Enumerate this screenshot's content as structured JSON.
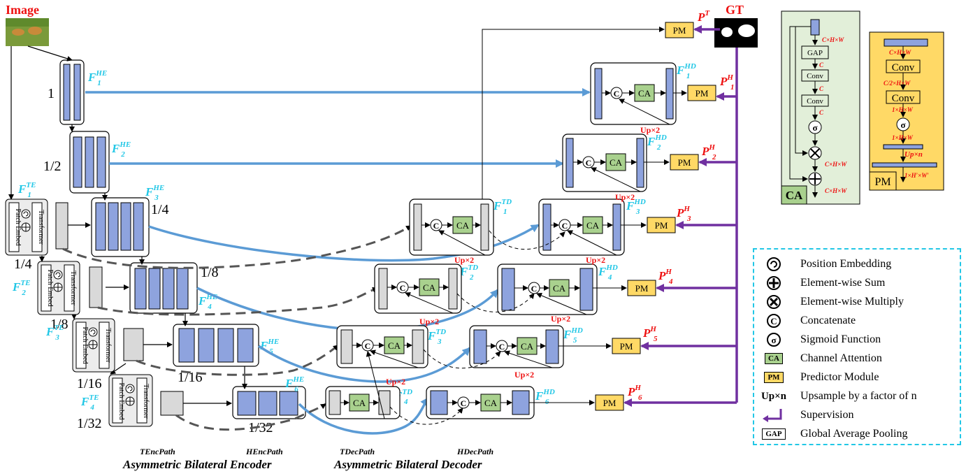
{
  "header": {
    "image_label": "Image",
    "gt_label": "GT"
  },
  "scales": {
    "s1": "1",
    "s2": "1/2",
    "s4a": "1/4",
    "s4b": "1/4",
    "s8a": "1/8",
    "s8b": "1/8",
    "s16a": "1/16",
    "s16b": "1/16",
    "s32": "1/32"
  },
  "modules": {
    "ca": "CA",
    "pm": "PM",
    "concat": "C",
    "transformer": "Transformer",
    "patch_embed": "Patch Embed",
    "up2": "Up×2"
  },
  "ca_panel": {
    "title": "CA",
    "dims_in": "C×H×W",
    "gap": "GAP",
    "c1": "C",
    "conv1": "Conv",
    "c2": "C",
    "conv2": "Conv",
    "c3": "C",
    "sigma": "σ",
    "dims_mul": "C×H×W",
    "dims_out": "C×H×W"
  },
  "pm_panel": {
    "title": "PM",
    "d1": "C×H×W",
    "conv1": "Conv",
    "d2": "C/2×H×W",
    "conv2": "Conv",
    "d3": "1×H×W",
    "sigma": "σ",
    "d4": "1×H×W",
    "up": "Up×n",
    "d5": "1×H′×W′"
  },
  "footer": {
    "tenc": "TEncPath",
    "henc": "HEncPath",
    "tdec": "TDecPath",
    "hdec": "HDecPath",
    "enc_title": "Asymmetric Bilateral Encoder",
    "dec_title": "Asymmetric Bilateral Decoder"
  },
  "legend": {
    "items": [
      {
        "icon": "position-embedding-icon",
        "label": "Position Embedding"
      },
      {
        "icon": "element-wise-sum-icon",
        "label": "Element-wise Sum"
      },
      {
        "icon": "element-wise-multiply-icon",
        "label": "Element-wise Multiply"
      },
      {
        "icon": "concatenate-icon",
        "label": "Concatenate"
      },
      {
        "icon": "sigmoid-icon",
        "label": "Sigmoid Function"
      },
      {
        "icon": "ca-icon",
        "label": "Channel Attention",
        "sym": "CA"
      },
      {
        "icon": "pm-icon",
        "label": "Predictor Module",
        "sym": "PM"
      },
      {
        "icon": "upsample-icon",
        "label": "Upsample by a factor of n",
        "sym": "Up×n"
      },
      {
        "icon": "supervision-arrow-icon",
        "label": "Supervision"
      },
      {
        "icon": "gap-icon",
        "label": "Global Average Pooling",
        "sym": "GAP"
      }
    ]
  },
  "colors": {
    "blue_block": "#8ea3de",
    "gray_block": "#d9d9d9",
    "ca_green": "#a9d18e",
    "pm_yellow": "#ffd966",
    "flow_blue": "#5b9bd5",
    "supervision_purple": "#7030a0",
    "label_cyan": "#22c7e6",
    "label_red": "#ee1111",
    "legend_border": "#22c7e6",
    "ca_panel_bg": "#e2efd9",
    "pm_panel_bg": "#ffd966"
  }
}
